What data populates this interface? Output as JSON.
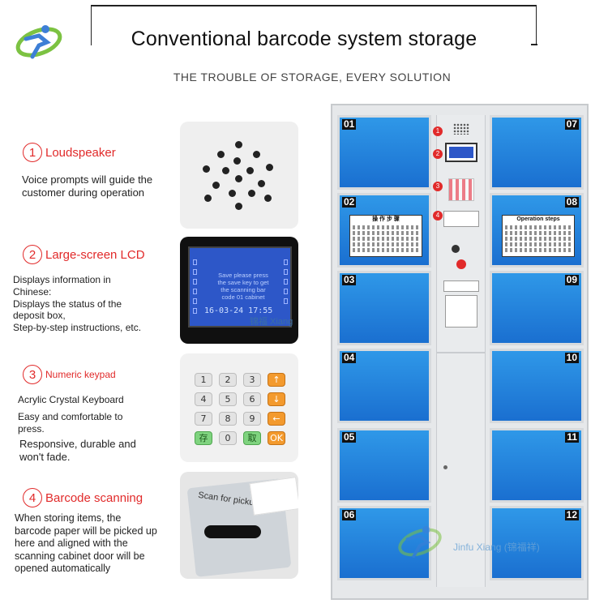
{
  "header": {
    "title": "Conventional barcode system storage",
    "subtitle": "THE TROUBLE OF STORAGE, EVERY SOLUTION"
  },
  "features": [
    {
      "number": "1",
      "title": "Loudspeaker",
      "description": "Voice prompts will guide the\ncustomer during operation"
    },
    {
      "number": "2",
      "title": "Large-screen LCD",
      "description": "Displays information in\nChinese:\nDisplays the status of the\ndeposit box,\nStep-by-step instructions, etc."
    },
    {
      "number": "3",
      "title": "Numeric keypad",
      "description_1": "Acrylic Crystal Keyboard",
      "description_2": "Easy and comfortable to\npress.",
      "description_3": "Responsive, durable and\nwon't fade."
    },
    {
      "number": "4",
      "title": "Barcode scanning",
      "description": "When storing items, the\nbarcode paper will be picked up\nhere and aligned with the\nscanning cabinet door will be\nopened automatically"
    }
  ],
  "lcd": {
    "text": "Save please press\nthe save key to get\nthe scanning bar\ncode 01 cabinet",
    "time": "16-03-24 17:55"
  },
  "keypad": {
    "keys": [
      "1",
      "2",
      "3",
      "↑",
      "4",
      "5",
      "6",
      "↓",
      "7",
      "8",
      "9",
      "←",
      "存",
      "0",
      "取",
      "OK"
    ]
  },
  "scanner": {
    "label": "Scan for pickup"
  },
  "locker": {
    "left_doors": [
      "01",
      "02",
      "03",
      "04",
      "05",
      "06"
    ],
    "right_doors": [
      "07",
      "08",
      "09",
      "10",
      "11",
      "12"
    ],
    "left_panel_header": "操 作 步 骤",
    "right_panel_header": "Operation steps",
    "markers": [
      "1",
      "2",
      "3",
      "4"
    ]
  },
  "watermarks": {
    "lcd_watermark": "锦福 Xiang",
    "locker_watermark": "Jinfu Xiang (锦福祥)"
  },
  "colors": {
    "accent_red": "#e12a2a",
    "locker_blue": "#1f80dc",
    "lcd_blue": "#2d57c8"
  }
}
